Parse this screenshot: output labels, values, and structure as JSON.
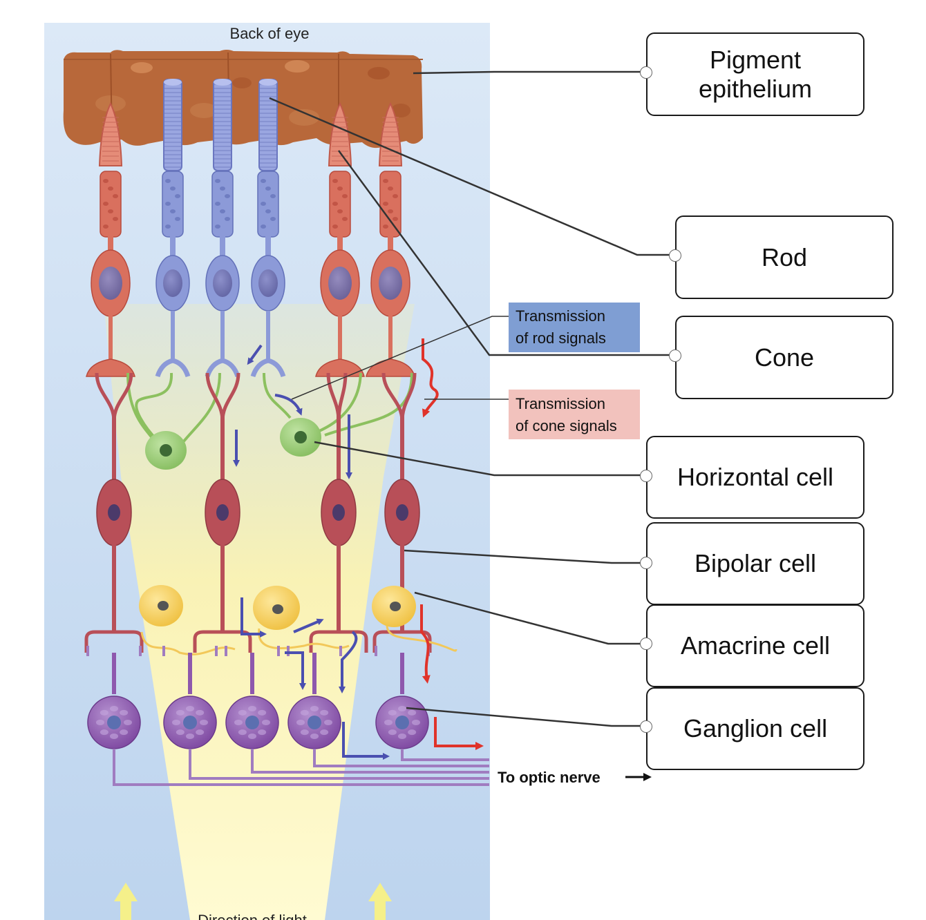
{
  "header": {
    "back_of_eye": "Back of eye"
  },
  "footer": {
    "direction_of_light": "Direction of light"
  },
  "optic_nerve_label": "To optic nerve",
  "signal_labels": {
    "rod": [
      "Transmission",
      "of rod signals"
    ],
    "cone": [
      "Transmission",
      "of cone signals"
    ]
  },
  "answer_boxes": [
    {
      "id": "pigment",
      "label": "Pigment epithelium"
    },
    {
      "id": "rod",
      "label": "Rod"
    },
    {
      "id": "cone",
      "label": "Cone"
    },
    {
      "id": "horizontal",
      "label": "Horizontal cell"
    },
    {
      "id": "bipolar",
      "label": "Bipolar cell"
    },
    {
      "id": "amacrine",
      "label": "Amacrine cell"
    },
    {
      "id": "ganglion",
      "label": "Ganglion cell"
    }
  ],
  "colors": {
    "background_panel": "#c5dbf0",
    "pigment_epithelium": "#b8683a",
    "rod": "#8c9ad8",
    "cone": "#d9705e",
    "horizontal_cell": "#94c870",
    "bipolar_cell": "#b84f58",
    "amacrine_cell": "#f2cf55",
    "ganglion_cell": "#8e58ad",
    "rod_signal": "#4a4fb0",
    "cone_signal": "#e0332a",
    "rod_label_bg": "#7f9ed3",
    "cone_label_bg": "#f2c2bd"
  }
}
